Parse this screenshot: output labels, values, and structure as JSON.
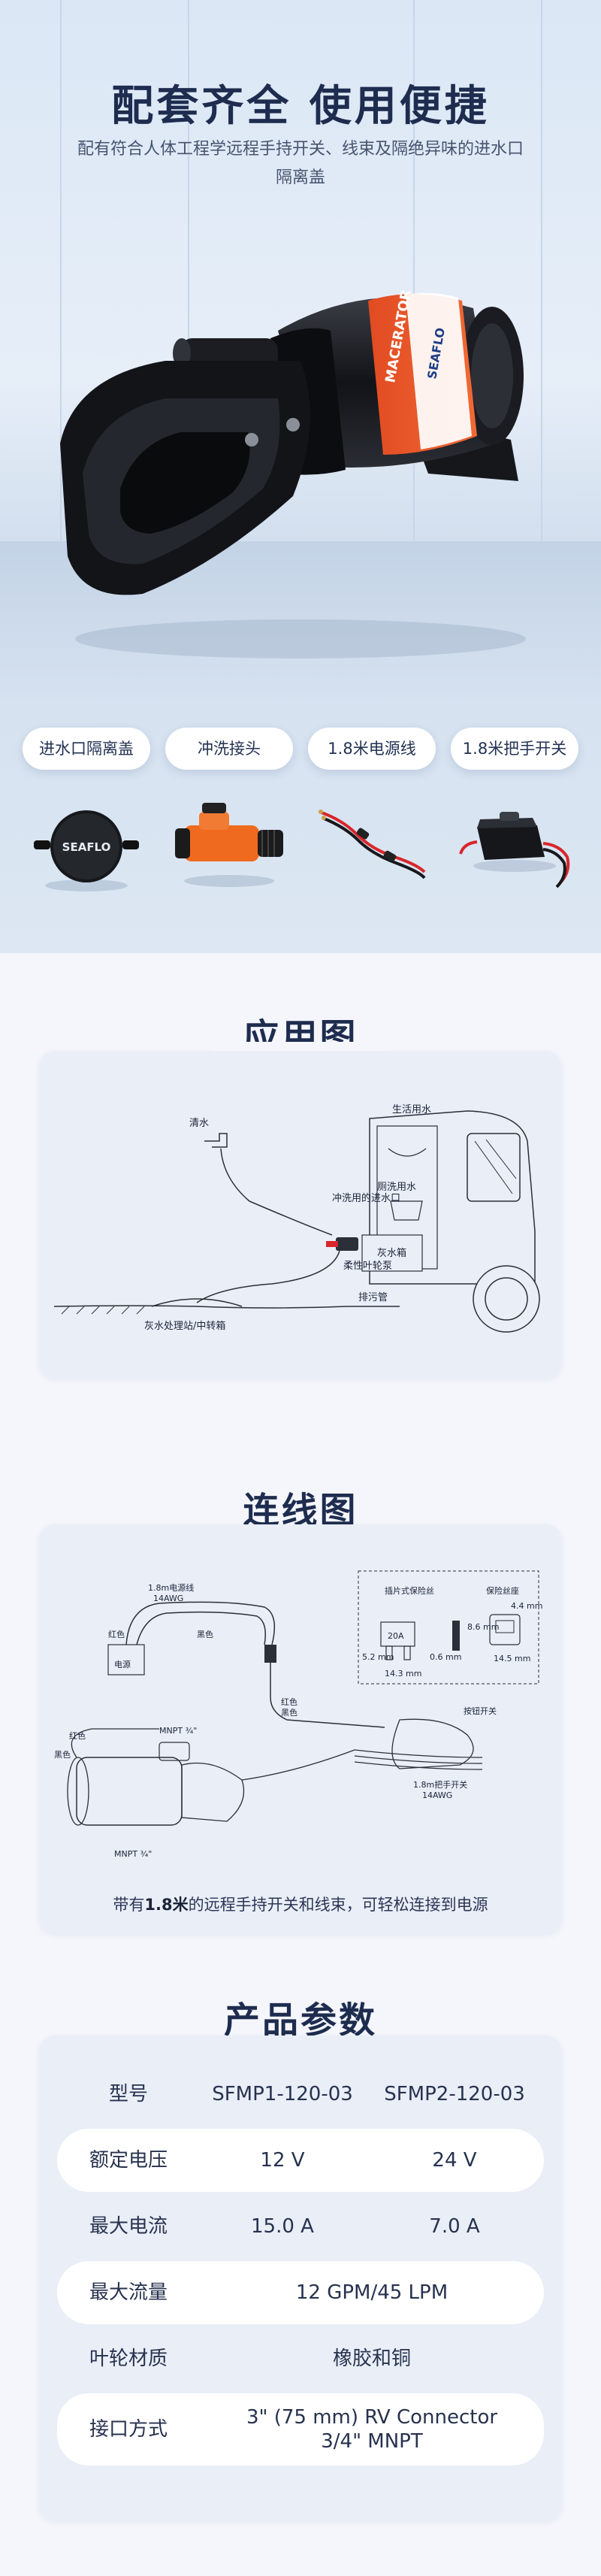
{
  "hero": {
    "title": "配套齐全  使用便捷",
    "subtitle": "配有符合人体工程学远程手持开关、线束及隔绝异味的进水口隔离盖",
    "pump_brand": "SEAFLO",
    "pump_model": "MACERATOR",
    "accessories": [
      {
        "label": "进水口隔离盖",
        "icon": "inlet-cap-icon",
        "brand": "SEAFLO"
      },
      {
        "label": "冲洗接头",
        "icon": "flush-connector-icon"
      },
      {
        "label": "1.8米电源线",
        "icon": "power-cable-icon"
      },
      {
        "label": "1.8米把手开关",
        "icon": "handle-switch-icon"
      }
    ]
  },
  "application": {
    "title": "应用图",
    "labels": {
      "clean_water": "清水",
      "domestic_water": "生活用水",
      "flush_inlet": "冲洗用的进水口",
      "toilet_water": "厕洗用水",
      "grey_tank": "灰水箱",
      "impeller_pump": "柔性叶轮泵",
      "sewage_pipe": "排污管",
      "station": "灰水处理站/中转箱"
    }
  },
  "wiring": {
    "title": "连线图",
    "labels": {
      "power_line": "1.8m电源线",
      "power_awg": "14AWG",
      "red": "红色",
      "black": "黑色",
      "power_source": "电源",
      "mnpt_top": "MNPT ¾\"",
      "mnpt_bottom": "MNPT ¾\"",
      "fuse_blade": "插片式保险丝",
      "fuse_holder": "保险丝座",
      "amp": "20A",
      "dim_h": "8.6 mm",
      "dim_w": "4.4 mm",
      "dim_52": "5.2 mm",
      "dim_06": "0.6 mm",
      "dim_143": "14.3 mm",
      "dim_145": "14.5 mm",
      "rocker_switch": "按钮开关",
      "switch_line": "1.8m把手开关",
      "switch_awg": "14AWG"
    },
    "caption_pre": "带有",
    "caption_bold": "1.8米",
    "caption_post": "的远程手持开关和线束，可轻松连接到电源"
  },
  "specs": {
    "title": "产品参数",
    "header": {
      "label": "型号",
      "v1": "SFMP1-120-03",
      "v2": "SFMP2-120-03"
    },
    "rows": [
      {
        "label": "额定电压",
        "v1": "12 V",
        "v2": "24 V"
      },
      {
        "label": "最大电流",
        "v1": "15.0 A",
        "v2": "7.0 A"
      },
      {
        "label": "最大流量",
        "merged": "12 GPM/45 LPM"
      },
      {
        "label": "叶轮材质",
        "merged": "橡胶和铜"
      },
      {
        "label": "接口方式",
        "merged_line1": "3\" (75 mm) RV Connector",
        "merged_line2": "3/4\" MNPT"
      }
    ]
  },
  "colors": {
    "navy": "#1e2c4f",
    "card": "#e9eef7",
    "pump_orange": "#e8542a",
    "wire_red": "#d8262b"
  }
}
